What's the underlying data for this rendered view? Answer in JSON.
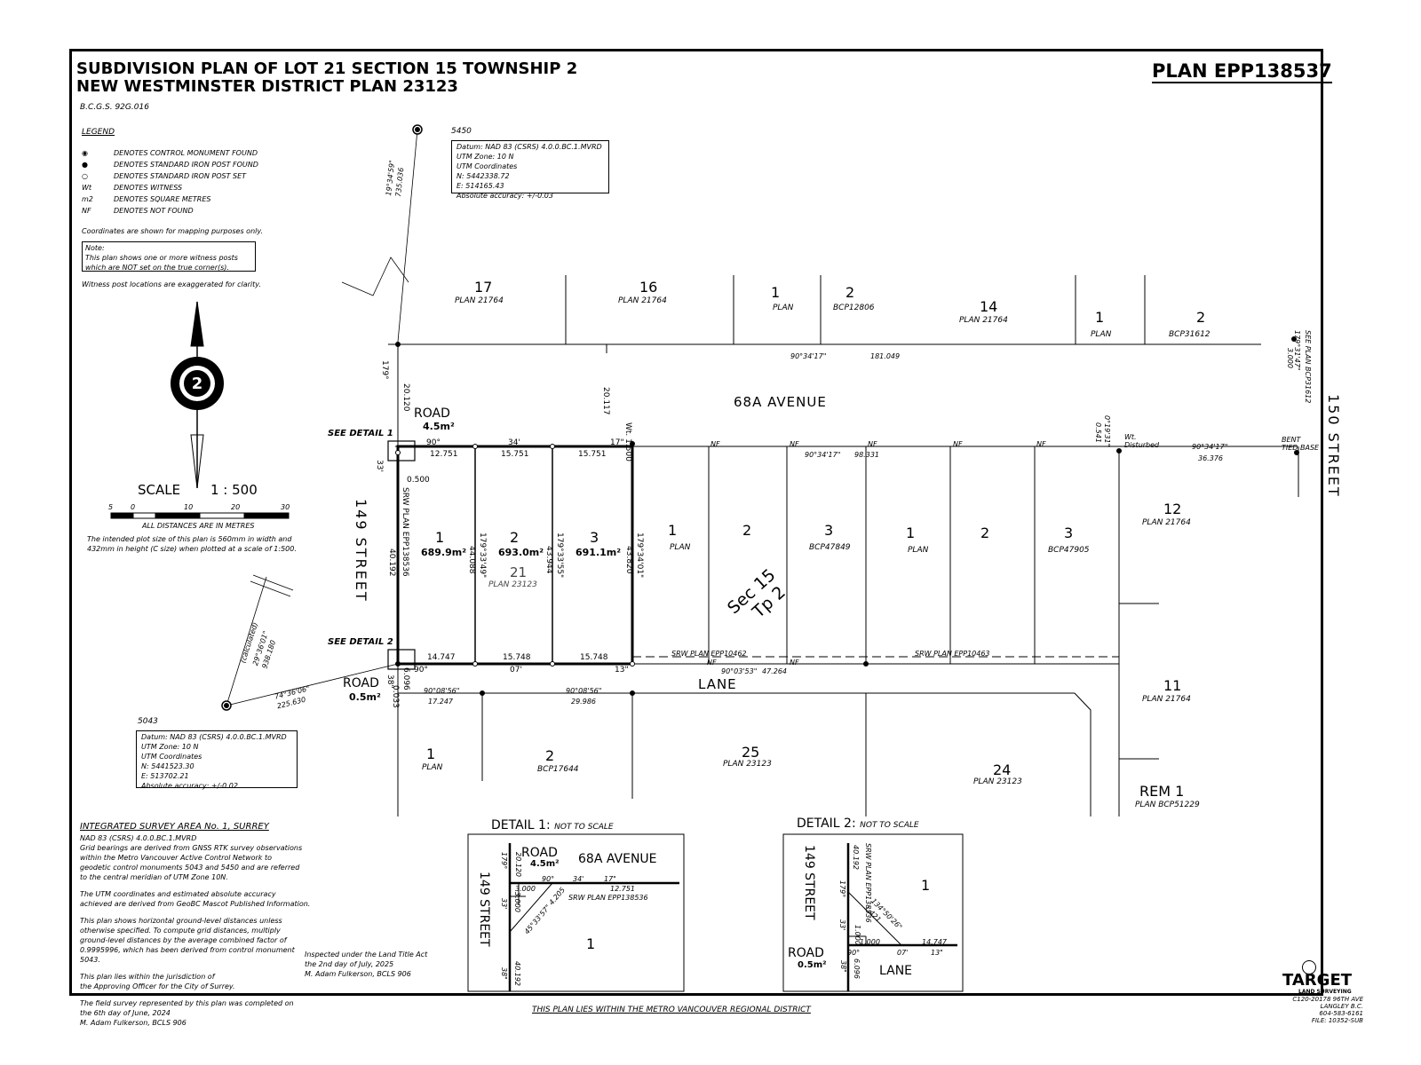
{
  "header": {
    "title_line1": "SUBDIVISION PLAN OF LOT 21 SECTION 15 TOWNSHIP 2",
    "title_line2": "NEW WESTMINSTER DISTRICT PLAN 23123",
    "bcgs": "B.C.G.S. 92G.016",
    "plan_number": "PLAN EPP138537"
  },
  "legend": {
    "heading": "LEGEND",
    "items": [
      {
        "symbol": "◉",
        "text": "DENOTES CONTROL MONUMENT FOUND"
      },
      {
        "symbol": "●",
        "text": "DENOTES STANDARD IRON POST FOUND"
      },
      {
        "symbol": "○",
        "text": "DENOTES STANDARD IRON POST SET"
      },
      {
        "symbol": "Wt",
        "text": "DENOTES WITNESS"
      },
      {
        "symbol": "m2",
        "text": "DENOTES SQUARE METRES"
      },
      {
        "symbol": "NF",
        "text": "DENOTES NOT FOUND"
      }
    ],
    "coords_note": "Coordinates are shown for mapping purposes only.",
    "note_box": "Note:\nThis plan shows one or more witness posts\nwhich are NOT set on the true corner(s).",
    "witness_note": "Witness post locations are exaggerated for clarity."
  },
  "scale": {
    "label": "SCALE",
    "ratio": "1 : 500",
    "ticks": [
      "5",
      "0",
      "10",
      "20",
      "30"
    ],
    "units": "ALL DISTANCES ARE IN METRES",
    "plot_note": "The intended plot size of this plan is 560mm in width and\n432mm in height (C size) when plotted at a scale of 1:500."
  },
  "monument_5450": {
    "label": "5450",
    "lines": [
      "Datum: NAD 83 (CSRS) 4.0.0.BC.1.MVRD",
      "UTM Zone: 10 N",
      "UTM Coordinates",
      "N: 5442338.72",
      "E: 514165.43",
      "Absolute accuracy: +/-0.03"
    ],
    "bearing": "19°34'59\"",
    "distance": "735.036"
  },
  "monument_5043": {
    "label": "5043",
    "lines": [
      "Datum: NAD 83 (CSRS) 4.0.0.BC.1.MVRD",
      "UTM Zone: 10 N",
      "UTM Coordinates",
      "N: 5441523.30",
      "E: 513702.21",
      "Absolute accuracy: +/-0.02"
    ],
    "calc_label": "(calculated)",
    "bearing1": "29°36'01\"",
    "distance1": "938.180",
    "bearing2": "74°36'06\"",
    "distance2": "225.630"
  },
  "streets": {
    "ave_68a": "68A AVENUE",
    "st_149": "149 STREET",
    "st_150": "150 STREET",
    "lane": "LANE",
    "road_top": "ROAD",
    "road_top_area": "4.5m²",
    "road_bot": "ROAD",
    "road_bot_area": "0.5m²",
    "see_detail1": "SEE DETAIL 1",
    "see_detail2": "SEE DETAIL 2"
  },
  "north_lots": [
    {
      "num": "17",
      "plan": "PLAN 21764"
    },
    {
      "num": "16",
      "plan": "PLAN 21764"
    },
    {
      "num": "1",
      "plan": "PLAN"
    },
    {
      "num": "2",
      "plan": "BCP12806"
    },
    {
      "num": "14",
      "plan": "PLAN 21764"
    },
    {
      "num": "1",
      "plan": "PLAN"
    },
    {
      "num": "2",
      "plan": "BCP31612"
    }
  ],
  "north_dims": {
    "bearing": "90°34'17\"",
    "dist": "181.049",
    "see_plan": "SEE PLAN BCP31612",
    "corner1": "179°31'47\"",
    "corner2": "3.000"
  },
  "new_lots": [
    {
      "num": "1",
      "area": "689.9m²"
    },
    {
      "num": "2",
      "area": "693.0m²"
    },
    {
      "num": "3",
      "area": "691.1m²"
    }
  ],
  "parent_lot": {
    "num": "21",
    "plan": "PLAN 23123"
  },
  "new_lot_dims": {
    "top": [
      "12.751",
      "15.751",
      "15.751"
    ],
    "bot": [
      "14.747",
      "15.748",
      "15.748"
    ],
    "sides": [
      "44.088",
      "43.944",
      "43.820"
    ],
    "side_bearings": [
      "179°33'49\"",
      "179°33'55\"",
      "179°34'01\""
    ],
    "west": "40.192",
    "west_srw": "SRW PLAN EPP138536",
    "a90": "90°",
    "a34": "34'",
    "a17": "17\"",
    "a07": "07'",
    "a13": "13\"",
    "a179": "179°",
    "a33": "33'",
    "a38": "38\"",
    "d0500": "0.500",
    "d20120": "20.120",
    "d20117": "20.117",
    "d6096": "6.096",
    "d0033": "0.033",
    "wt": "Wt.",
    "wt_dist": "1.500"
  },
  "mid_lots": [
    {
      "num": "1",
      "plan": "PLAN"
    },
    {
      "num": "2",
      "plan": ""
    },
    {
      "num": "3",
      "plan": "BCP47849"
    },
    {
      "num": "1",
      "plan": "PLAN"
    },
    {
      "num": "2",
      "plan": ""
    },
    {
      "num": "3",
      "plan": "BCP47905"
    }
  ],
  "sec_label": {
    "line1": "Sec 15",
    "line2": "Tp 2"
  },
  "mid_dims": {
    "nf": "NF",
    "bearing_top": "90°34'17\"",
    "dist_top": "98.331",
    "bearing_east": "90°34'17\"",
    "dist_east": "36.376",
    "bent": "BENT\nTIED BASE",
    "disturbed": "Wt.\nDisturbed",
    "angle_e1": "0°19'31\"",
    "angle_e2": "0.541",
    "srw1": "SRW PLAN EPP10462",
    "srw2": "SRW PLAN EPP10463",
    "lane_bearing": "90°03'53\"",
    "lane_dist": "47.264"
  },
  "east_lots": [
    {
      "num": "12",
      "plan": "PLAN 21764"
    },
    {
      "num": "11",
      "plan": "PLAN 21764"
    },
    {
      "num": "REM 1",
      "plan": "PLAN BCP51229"
    }
  ],
  "south_lots": [
    {
      "num": "1",
      "plan": "PLAN"
    },
    {
      "num": "2",
      "plan": "BCP17644"
    },
    {
      "num": "25",
      "plan": "PLAN 23123"
    },
    {
      "num": "24",
      "plan": "PLAN 23123"
    }
  ],
  "south_dims": {
    "b1": "90°08'56\"",
    "d1": "17.247",
    "b2": "90°08'56\"",
    "d2": "29.986"
  },
  "integrated": {
    "heading": "INTEGRATED SURVEY AREA No. 1, SURREY",
    "p1": "NAD 83 (CSRS) 4.0.0.BC.1.MVRD\nGrid bearings are derived from GNSS RTK survey observations\nwithin the Metro Vancouver Active Control Network to\ngeodetic control monuments 5043 and 5450 and are referred\nto the central meridian of UTM Zone 10N.",
    "p2": "The UTM coordinates and estimated absolute accuracy\nachieved are derived from GeoBC Mascot Published Information.",
    "p3": "This plan shows horizontal ground-level distances unless\notherwise specified. To compute grid distances, multiply\nground-level distances by the average combined factor of\n0.9995996, which has been derived from control monument\n5043.",
    "p4": "This plan lies within the jurisdiction of\nthe Approving Officer for the City of Surrey.",
    "p5": "The field survey represented by this plan was completed on\nthe 6th day of June, 2024\nM. Adam Fulkerson, BCLS 906"
  },
  "inspected": "Inspected under the Land Title Act\nthe 2nd day of July, 2025\nM. Adam Fulkerson, BCLS 906",
  "detail1": {
    "title": "DETAIL 1:",
    "nts": "NOT TO SCALE",
    "road": "ROAD",
    "area": "4.5m²",
    "ave": "68A AVENUE",
    "street": "149 STREET",
    "lot": "1",
    "d1": "20.120",
    "d2": "3.000",
    "d3": "3.000",
    "d4": "12.751",
    "d5": "4.205",
    "bearing": "45°33'57\"",
    "srw": "SRW PLAN EPP138536",
    "a90": "90°",
    "a34": "34'",
    "a17": "17\"",
    "a179": "179°",
    "a33": "33'",
    "a38": "38\"",
    "d40": "40.192"
  },
  "detail2": {
    "title": "DETAIL 2:",
    "nts": "NOT TO SCALE",
    "street": "149 STREET",
    "srw": "SRW PLAN EPP138536",
    "d40": "40.192",
    "a179": "179°",
    "a33": "33'",
    "d1000a": "1.000",
    "d1000b": "1.000",
    "bearing": "134°50'26\"",
    "d1421": "1.421",
    "d14747": "14.747",
    "a90": "90°",
    "a07": "07'",
    "a13": "13\"",
    "road": "ROAD",
    "area": "0.5m²",
    "a38": "38\"",
    "d6096": "6.096",
    "lane": "LANE",
    "lot": "1"
  },
  "regional": "THIS PLAN LIES WITHIN THE METRO VANCOUVER REGIONAL DISTRICT",
  "company": {
    "name": "TARGET",
    "sub": "LAND SURVEYING",
    "addr1": "C120-20178 96TH AVE",
    "addr2": "LANGLEY B.C.",
    "phone": "604-583-6161",
    "file": "FILE: 10352-SUB"
  },
  "colors": {
    "ink": "#000000",
    "paper": "#ffffff",
    "grey": "#444444"
  }
}
